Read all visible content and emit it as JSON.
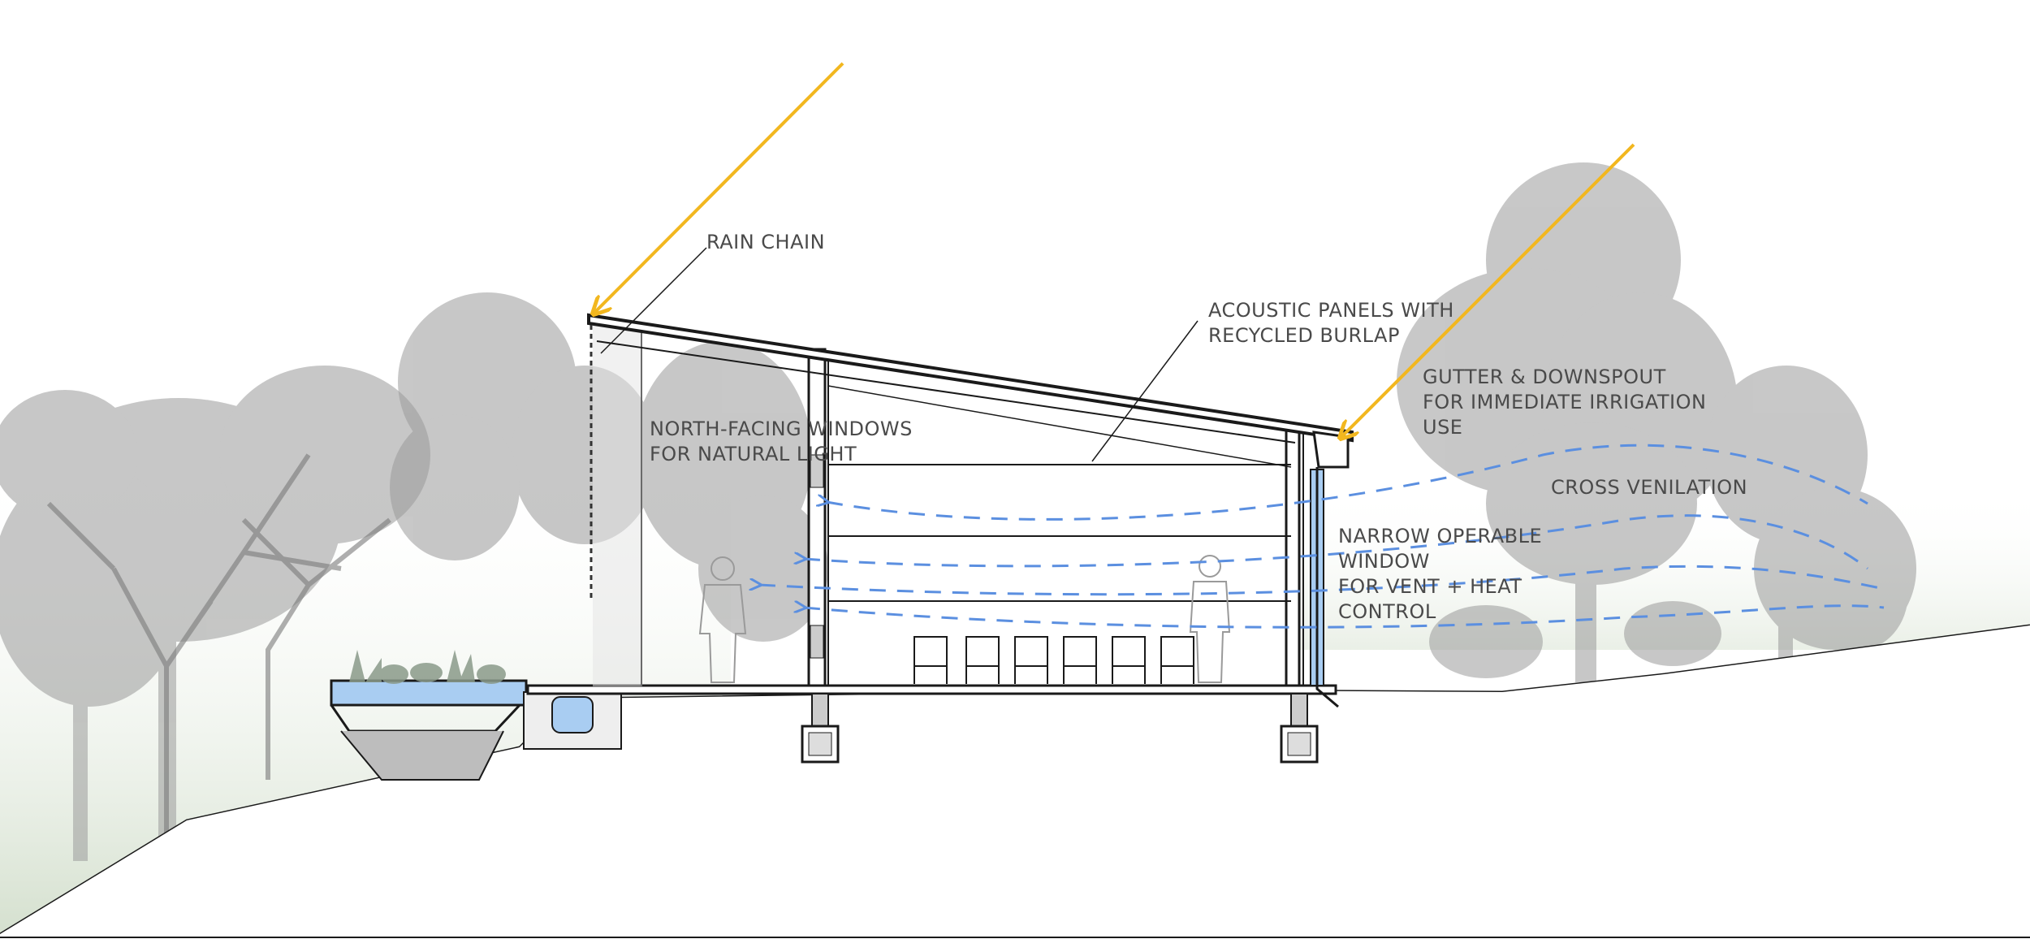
{
  "labels": {
    "rain_chain": "RAIN CHAIN",
    "acoustic_1": "ACOUSTIC PANELS WITH",
    "acoustic_2": "RECYCLED BURLAP",
    "gutter_1": "GUTTER & DOWNSPOUT",
    "gutter_2": "FOR IMMEDIATE IRRIGATION",
    "gutter_3": "USE",
    "north_1": "NORTH-FACING WINDOWS",
    "north_2": "FOR NATURAL LIGHT",
    "cross": "CROSS VENILATION",
    "narrow_1": "NARROW OPERABLE",
    "narrow_2": "WINDOW",
    "narrow_3": "FOR VENT + HEAT",
    "narrow_4": "CONTROL"
  },
  "colors": {
    "sun_ray": "#f2b71f",
    "airflow": "#5b8fe0",
    "water": "#a9cdf2",
    "tree": "#9a9a9a",
    "ground_tint": "#d9e4d4",
    "structure": "#1a1a1a"
  },
  "icons": [
    "sun-ray-arrow",
    "airflow-arrow",
    "person-silhouette",
    "chair",
    "plant",
    "tree-silhouette"
  ]
}
